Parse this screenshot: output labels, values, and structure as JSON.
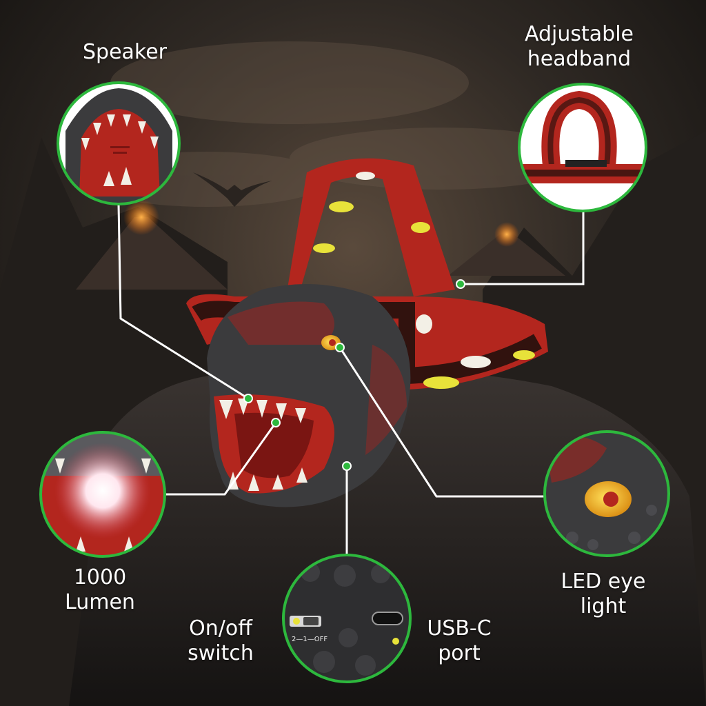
{
  "callouts": {
    "speaker": "Speaker",
    "headband": "Adjustable\nheadband",
    "lumen": "1000\nLumen",
    "eye_light": "LED eye\nlight",
    "on_off": "On/off\nswitch",
    "usb_c": "USB-C\nport"
  },
  "switch_marking": "2—1—OFF",
  "colors": {
    "callout_ring": "#2db83d",
    "connector_line": "#ffffff",
    "dino_red": "#b3261e",
    "dino_yellow": "#e8e23a",
    "sky": "#2b2622"
  }
}
